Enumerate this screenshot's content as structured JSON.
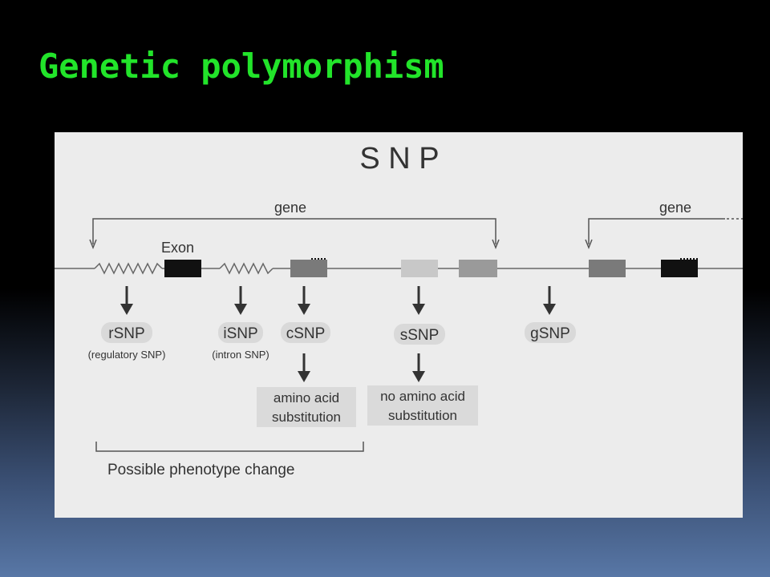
{
  "slide": {
    "title": "Genetic polymorphism"
  },
  "figure": {
    "title": "S N P",
    "gene_label_1": "gene",
    "gene_label_2": "gene",
    "exon_label": "Exon",
    "snps": {
      "rsnp": "rSNP",
      "rsnp_sub": "(regulatory SNP)",
      "isnp": "iSNP",
      "isnp_sub": "(intron SNP)",
      "csnp": "cSNP",
      "ssnp": "sSNP",
      "gsnp": "gSNP"
    },
    "effects": {
      "amino_line1": "amino acid",
      "amino_line2": "substitution",
      "no_amino_line1": "no amino acid",
      "no_amino_line2": "substitution"
    },
    "phenotype": "Possible phenotype change"
  }
}
